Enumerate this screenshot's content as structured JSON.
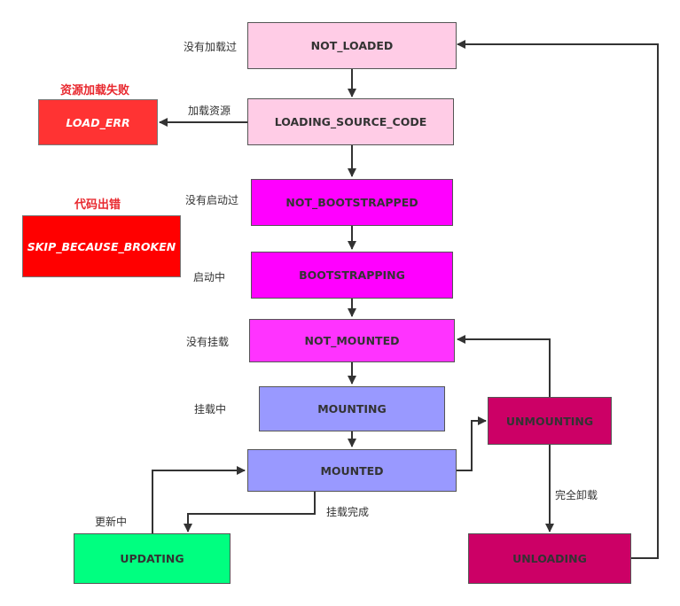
{
  "nodes": {
    "not_loaded": "NOT_LOADED",
    "loading_source_code": "LOADING_SOURCE_CODE",
    "load_err": "LOAD_ERR",
    "not_bootstrapped": "NOT_BOOTSTRAPPED",
    "skip_because_broken": "SKIP_BECAUSE_BROKEN",
    "bootstrapping": "BOOTSTRAPPING",
    "not_mounted": "NOT_MOUNTED",
    "mounting": "MOUNTING",
    "mounted": "MOUNTED",
    "unmounting": "UNMOUNTING",
    "updating": "UPDATING",
    "unloading": "UNLOADING"
  },
  "labels": {
    "not_loaded": "没有加载过",
    "loading": "加载资源",
    "load_fail": "资源加载失败",
    "not_bootstrapped": "没有启动过",
    "code_error": "代码出错",
    "bootstrapping": "启动中",
    "not_mounted": "没有挂载",
    "mounting": "挂载中",
    "mount_done": "挂载完成",
    "updating": "更新中",
    "unload_complete": "完全卸载"
  },
  "colors": {
    "pink_light": "#ffcce6",
    "magenta": "#ff00ff",
    "magenta_light": "#ff33ff",
    "periwinkle": "#9999ff",
    "crimson": "#cc0066",
    "green": "#00ff80",
    "red_err": "#ff3333",
    "red": "#ff0000",
    "arrow": "#333333",
    "label_red": "#e8282e"
  }
}
